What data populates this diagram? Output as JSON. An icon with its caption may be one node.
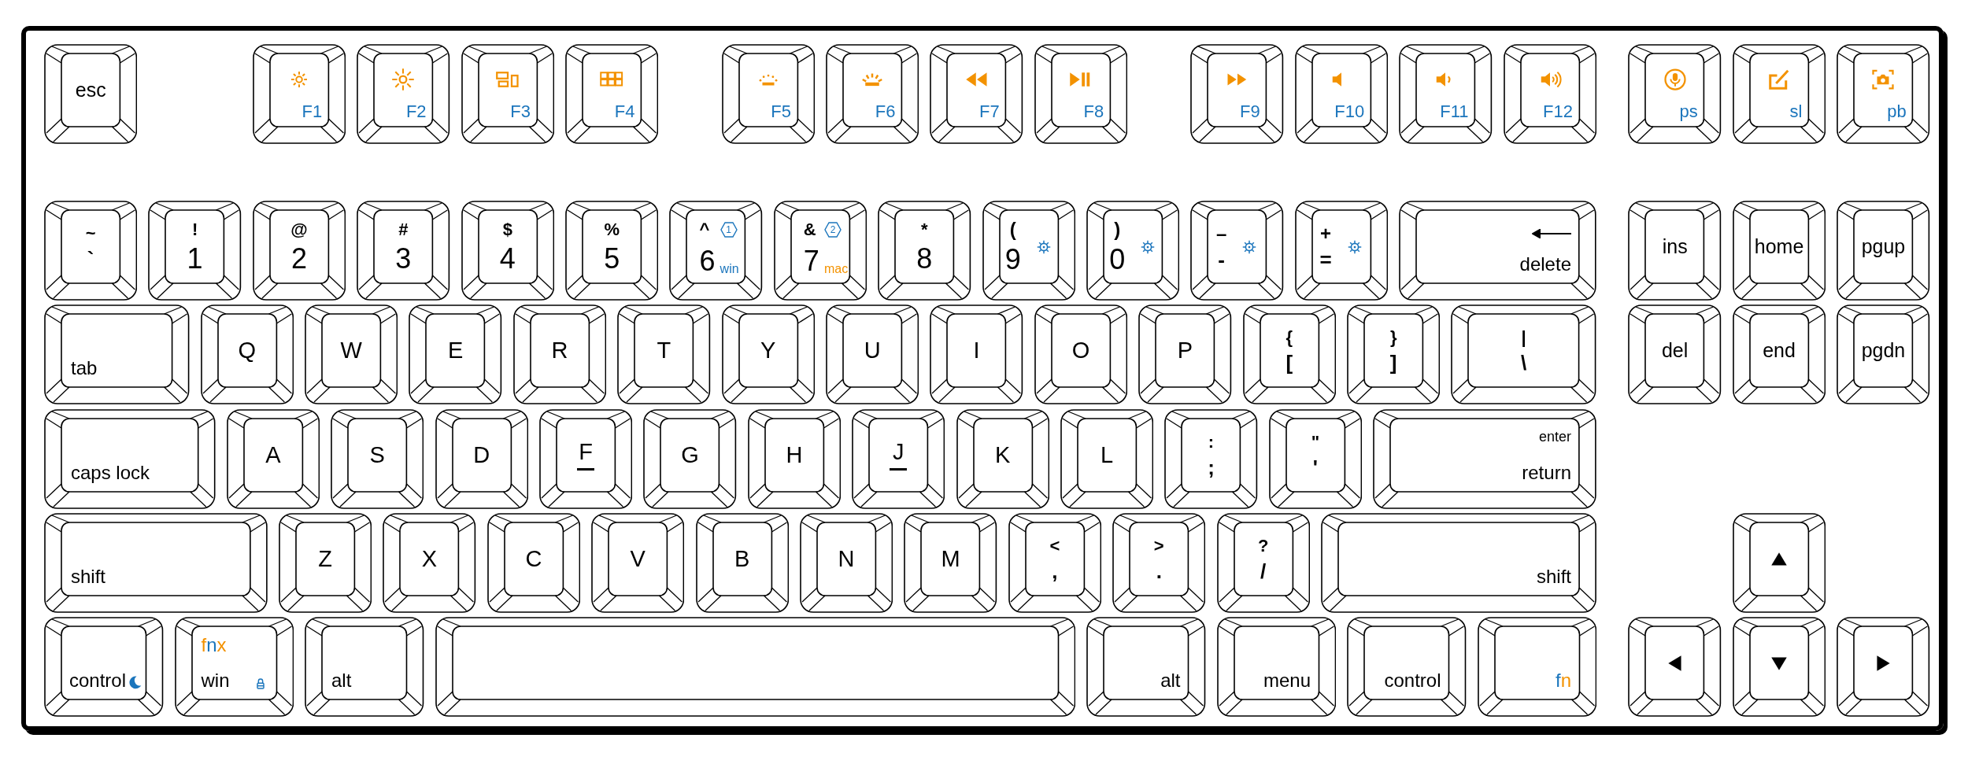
{
  "diagram": {
    "nodes": [
      {
        "text": [
          "esc"
        ]
      },
      {
        "text": [
          "F1"
        ]
      },
      {
        "text": [
          "F2"
        ]
      },
      {
        "text": [
          "F3"
        ]
      },
      {
        "text": [
          "F4"
        ]
      },
      {
        "text": [
          "F5"
        ]
      },
      {
        "text": [
          "F6"
        ]
      },
      {
        "text": [
          "F7"
        ]
      },
      {
        "text": [
          "F8"
        ]
      },
      {
        "text": [
          "F9"
        ]
      },
      {
        "text": [
          "F10"
        ]
      },
      {
        "text": [
          "F11"
        ]
      },
      {
        "text": [
          "F12"
        ]
      },
      {
        "text": [
          "ps"
        ]
      },
      {
        "text": [
          "sl"
        ]
      },
      {
        "text": [
          "pb"
        ]
      },
      {
        "text": [
          "~",
          "`"
        ]
      },
      {
        "text": [
          "!",
          "1"
        ]
      },
      {
        "text": [
          "@",
          "2"
        ]
      },
      {
        "text": [
          "#",
          "3"
        ]
      },
      {
        "text": [
          "$",
          "4"
        ]
      },
      {
        "text": [
          "%",
          "5"
        ]
      },
      {
        "text": [
          "^",
          "1",
          "6",
          "win"
        ]
      },
      {
        "text": [
          "&",
          "2",
          "7",
          "mac"
        ]
      },
      {
        "text": [
          "*",
          "8"
        ]
      },
      {
        "text": [
          "(",
          "9"
        ]
      },
      {
        "text": [
          ")",
          "0"
        ]
      },
      {
        "text": [
          "–",
          "-"
        ]
      },
      {
        "text": [
          "+",
          "="
        ]
      },
      {
        "text": [
          "delete"
        ]
      },
      {
        "text": [
          "ins"
        ]
      },
      {
        "text": [
          "home"
        ]
      },
      {
        "text": [
          "pgup"
        ]
      },
      {
        "text": [
          "tab"
        ]
      },
      {
        "text": [
          "Q"
        ]
      },
      {
        "text": [
          "W"
        ]
      },
      {
        "text": [
          "E"
        ]
      },
      {
        "text": [
          "R"
        ]
      },
      {
        "text": [
          "T"
        ]
      },
      {
        "text": [
          "Y"
        ]
      },
      {
        "text": [
          "U"
        ]
      },
      {
        "text": [
          "I"
        ]
      },
      {
        "text": [
          "O"
        ]
      },
      {
        "text": [
          "P"
        ]
      },
      {
        "text": [
          "{",
          "["
        ]
      },
      {
        "text": [
          "}",
          "]"
        ]
      },
      {
        "text": [
          "|",
          "\\"
        ]
      },
      {
        "text": [
          "del"
        ]
      },
      {
        "text": [
          "end"
        ]
      },
      {
        "text": [
          "pgdn"
        ]
      },
      {
        "text": [
          "caps lock"
        ]
      },
      {
        "text": [
          "A"
        ]
      },
      {
        "text": [
          "S"
        ]
      },
      {
        "text": [
          "D"
        ]
      },
      {
        "text": [
          "F"
        ]
      },
      {
        "text": [
          "G"
        ]
      },
      {
        "text": [
          "H"
        ]
      },
      {
        "text": [
          "J"
        ]
      },
      {
        "text": [
          "K"
        ]
      },
      {
        "text": [
          "L"
        ]
      },
      {
        "text": [
          ":",
          ";"
        ]
      },
      {
        "text": [
          "\"",
          "'"
        ]
      },
      {
        "text": [
          "enter",
          "return"
        ]
      },
      {
        "text": [
          "shift"
        ]
      },
      {
        "text": [
          "Z"
        ]
      },
      {
        "text": [
          "X"
        ]
      },
      {
        "text": [
          "C"
        ]
      },
      {
        "text": [
          "V"
        ]
      },
      {
        "text": [
          "B"
        ]
      },
      {
        "text": [
          "N"
        ]
      },
      {
        "text": [
          "M"
        ]
      },
      {
        "text": [
          "<",
          ","
        ]
      },
      {
        "text": [
          ">",
          "."
        ]
      },
      {
        "text": [
          "?",
          "/"
        ]
      },
      {
        "text": [
          "shift"
        ]
      },
      {
        "text": [],
        "shape": "box"
      },
      {
        "text": [
          "control"
        ]
      },
      {
        "text": [
          "fnx",
          "win"
        ]
      },
      {
        "text": [
          "alt"
        ]
      },
      {
        "text": [],
        "shape": "box"
      },
      {
        "text": [
          "alt"
        ]
      },
      {
        "text": [
          "menu"
        ]
      },
      {
        "text": [
          "control"
        ]
      },
      {
        "text": [
          "fn"
        ]
      },
      {
        "text": [],
        "shape": "box"
      },
      {
        "text": [],
        "shape": "box"
      },
      {
        "text": [],
        "shape": "box"
      }
    ]
  }
}
